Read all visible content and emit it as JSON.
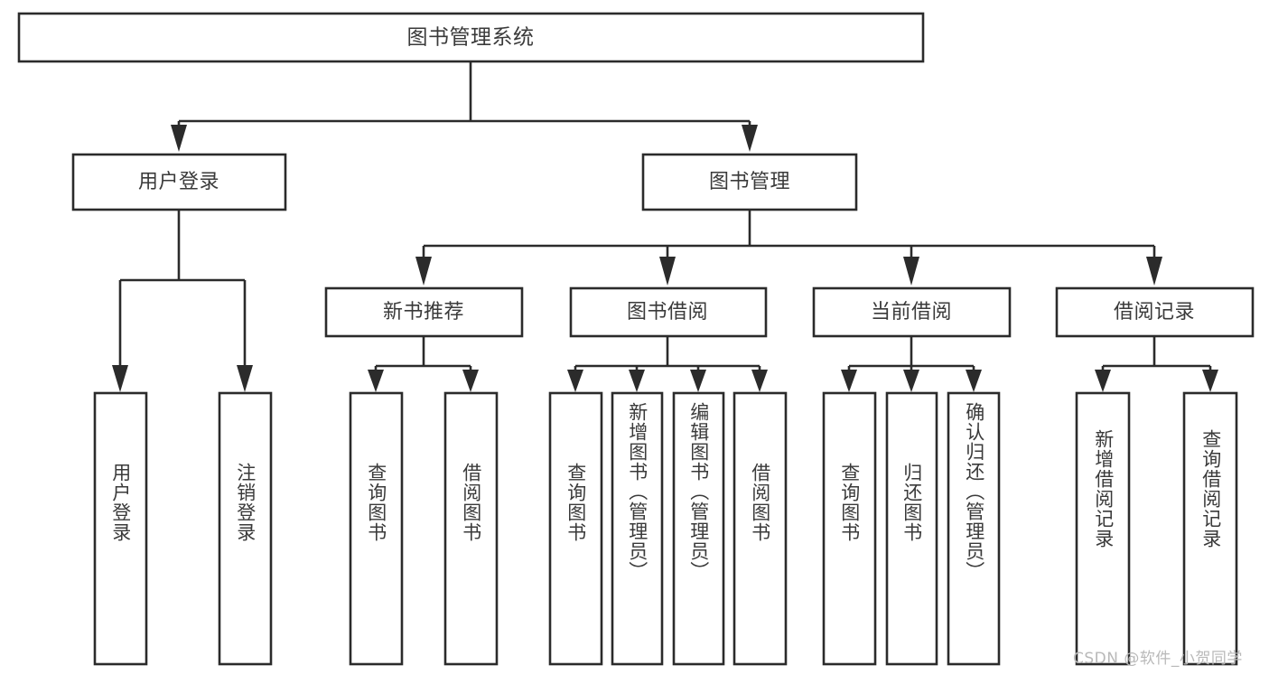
{
  "diagram": {
    "type": "tree",
    "title": "图书管理系统",
    "root": {
      "label": "图书管理系统"
    },
    "level1": [
      {
        "label": "用户登录"
      },
      {
        "label": "图书管理"
      }
    ],
    "level2": [
      {
        "label": "新书推荐"
      },
      {
        "label": "图书借阅"
      },
      {
        "label": "当前借阅"
      },
      {
        "label": "借阅记录"
      }
    ],
    "leaves": {
      "user_login": [
        {
          "label": "用户登录"
        },
        {
          "label": "注销登录"
        }
      ],
      "new_book_recommend": [
        {
          "label": "查询图书"
        },
        {
          "label": "借阅图书"
        }
      ],
      "book_borrow": [
        {
          "label": "查询图书"
        },
        {
          "label": "新增图书（管理员）"
        },
        {
          "label": "编辑图书（管理员）"
        },
        {
          "label": "借阅图书"
        }
      ],
      "current_borrow": [
        {
          "label": "查询图书"
        },
        {
          "label": "归还图书"
        },
        {
          "label": "确认归还（管理员）"
        }
      ],
      "borrow_record": [
        {
          "label": "新增借阅记录"
        },
        {
          "label": "查询借阅记录"
        }
      ]
    }
  },
  "watermark": {
    "text": "CSDN @软件_小贺同学"
  },
  "colors": {
    "stroke": "#2b2b2b",
    "box_fill": "#ffffff",
    "text": "#3a3a3a",
    "watermark": "#b9b9b9",
    "background": "#ffffff"
  }
}
